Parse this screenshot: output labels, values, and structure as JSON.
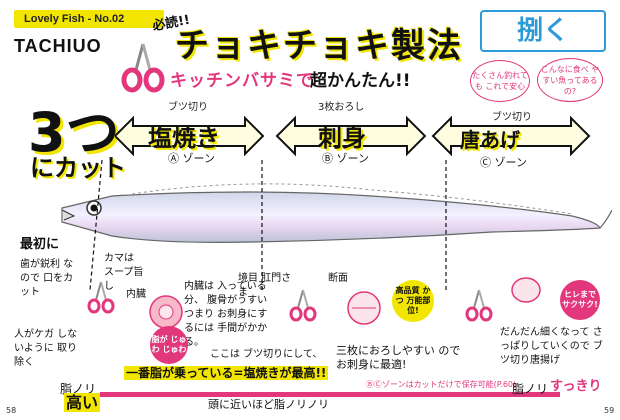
{
  "header": {
    "series_tag": "Lovely Fish - No.02",
    "species": "TACHIUO",
    "must_read": "必読!!",
    "title": "チョキチョキ製法",
    "subtitle_pink": "キッチンバサミで",
    "subtitle_black": "超かんたん!!",
    "badge": "捌く"
  },
  "bubbles": [
    {
      "text": "たくさん釣れても これで安心"
    },
    {
      "text": "こんなに食べ やすい魚ってあるの?"
    }
  ],
  "lead": {
    "big": "3つ",
    "sub": "にカット"
  },
  "zones": [
    {
      "cut": "ブツ切り",
      "name": "塩焼き",
      "mark": "Ⓐ ゾーン"
    },
    {
      "cut": "3枚おろし",
      "name": "刺身",
      "mark": "Ⓑ ゾーン"
    },
    {
      "cut": "ブツ切り",
      "name": "唐あげ",
      "mark": "Ⓒ ゾーン"
    }
  ],
  "notes": {
    "first": "最初に",
    "teeth": "歯が鋭利 なので 口をカット",
    "injury": "人がケガ しないように 取り除く",
    "kama": "カマは スープ旨し",
    "boundary": "境目 肛門さま",
    "naizo_label": "内臓",
    "naizo": "内臓は 入っている分、 腹骨がうすい つまり お刺身にするには 手間がかかる。",
    "buzu": "ここは ブツ切りにして、",
    "fat_pill": "脂が じゅわ じゅわ",
    "fat_line": "一番脂が乗っている=塩焼きが最高!!",
    "danmen": "断面",
    "quality_pill": "高品質 かつ 万能部位!",
    "sanmai": "三枚におろしやすい ので お刺身に最適!",
    "hire_pill": "ヒレまで サクサク!",
    "karaage": "だんだん細くなって さっぱりしていくので ブツ切り唐揚げ",
    "save_note": "ⒷⒸゾーンはカットだけで保存可能(P.60)",
    "fat_left": "脂ノリ",
    "fat_left_high": "高い",
    "fat_center": "頭に近いほど脂ノリノリ",
    "fat_right": "脂ノリ",
    "fat_right_low": "すっきり"
  },
  "pages": {
    "left": "58",
    "right": "59"
  },
  "colors": {
    "accent_yellow": "#f2e600",
    "accent_pink": "#e2377c",
    "accent_blue": "#2c9ad8"
  }
}
